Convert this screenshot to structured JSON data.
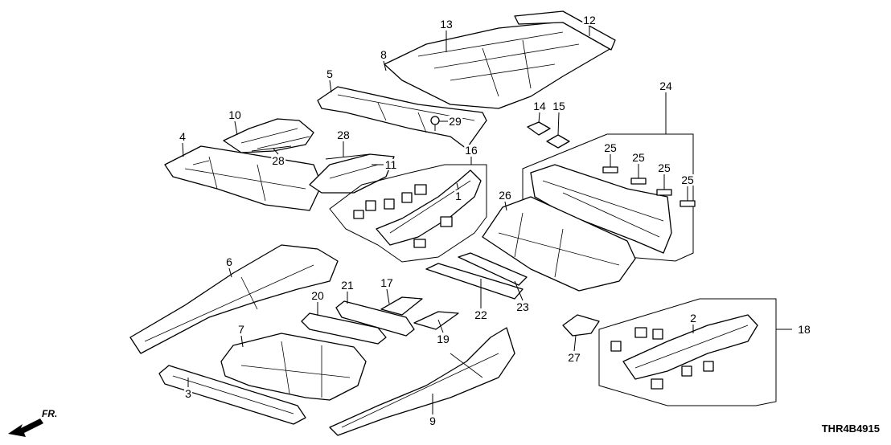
{
  "diagram": {
    "labels": [
      "1",
      "2",
      "3",
      "4",
      "5",
      "6",
      "7",
      "8",
      "9",
      "10",
      "11",
      "12",
      "13",
      "14",
      "15",
      "16",
      "17",
      "18",
      "19",
      "20",
      "21",
      "22",
      "23",
      "24",
      "25",
      "26",
      "27",
      "28",
      "29"
    ],
    "label_28_second": "28",
    "label_25_second": "25",
    "label_25_third": "25",
    "label_25_fourth": "25",
    "front_indicator": "FR.",
    "diagram_code": "THR4B4915"
  }
}
